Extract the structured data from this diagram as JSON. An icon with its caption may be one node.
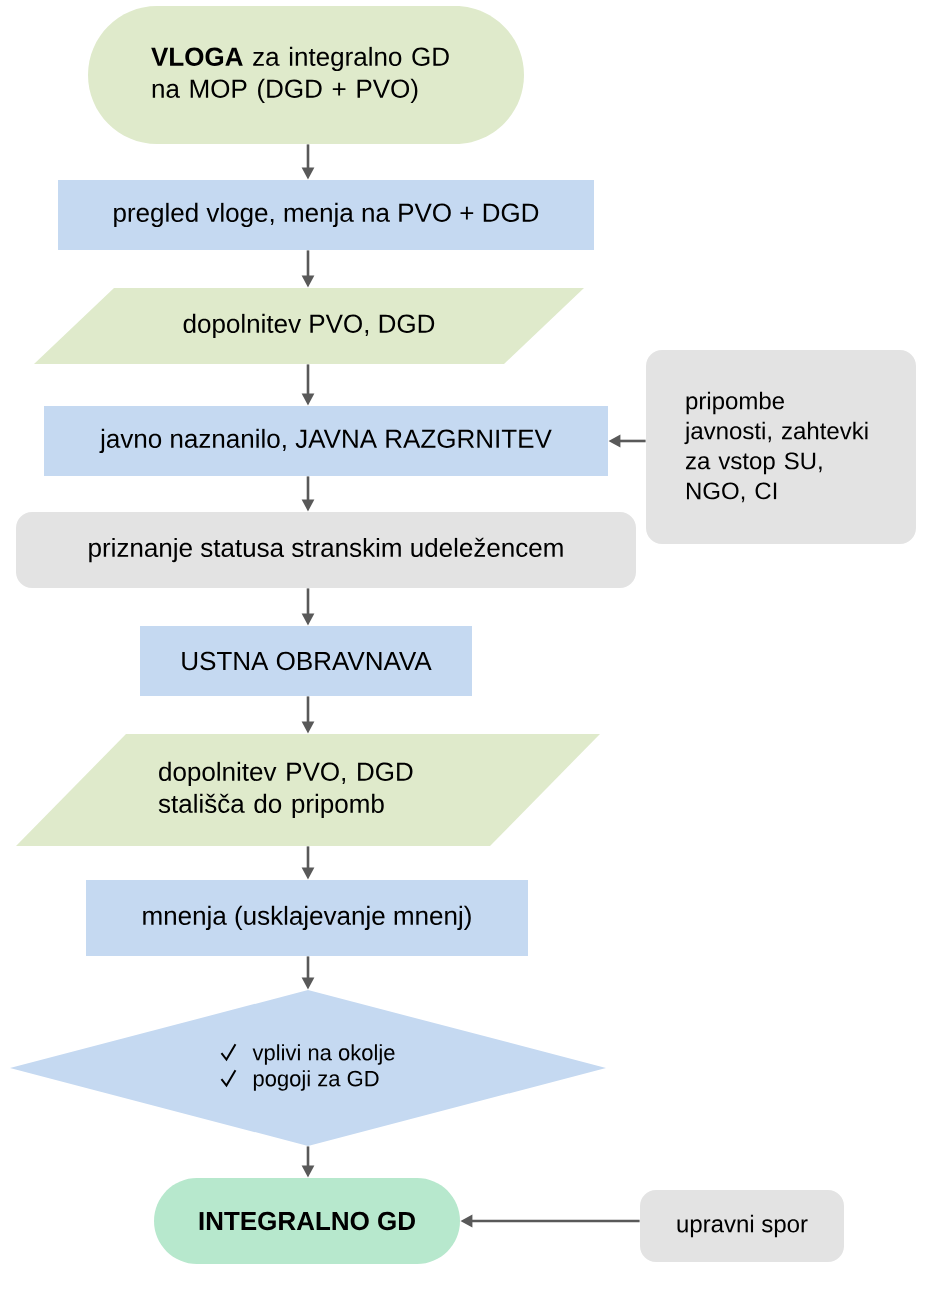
{
  "diagram": {
    "nodes": [
      {
        "text": [
          "**VLOGA** za integralno GD na MOP (DGD + PVO)"
        ]
      },
      {
        "text": [
          "pregled vloge, menja na PVO + DGD"
        ]
      },
      {
        "text": [
          "dopolnitev PVO, DGD"
        ]
      },
      {
        "text": [
          "javno naznanilo, JAVNA RAZGRNITEV"
        ]
      },
      {
        "text": [
          "pripombe javnosti, zahtevki za vstop SU, NGO, CI"
        ]
      },
      {
        "text": [
          "priznanje statusa stranskim udeležencem"
        ]
      },
      {
        "text": [
          "USTNA OBRAVNAVA"
        ]
      },
      {
        "text": [
          "dopolnitev PVO, DGD stališča do pripomb"
        ]
      },
      {
        "text": [
          "mnenja (usklajevanje mnenj)"
        ]
      },
      {
        "text": [
          "vplivi na okolje",
          "pogoji za GD"
        ]
      },
      {
        "text": [
          "INTEGRALNO GD"
        ]
      },
      {
        "text": [
          "upravni spor"
        ]
      }
    ],
    "edges": [
      {
        "from": 0,
        "to": 1,
        "arrow": "to"
      },
      {
        "from": 1,
        "to": 2,
        "arrow": "to"
      },
      {
        "from": 2,
        "to": 3,
        "arrow": "to"
      },
      {
        "from": 4,
        "to": 3,
        "arrow": "to"
      },
      {
        "from": 3,
        "to": 5,
        "arrow": "to"
      },
      {
        "from": 5,
        "to": 6,
        "arrow": "to"
      },
      {
        "from": 6,
        "to": 7,
        "arrow": "to"
      },
      {
        "from": 7,
        "to": 8,
        "arrow": "to"
      },
      {
        "from": 8,
        "to": 9,
        "arrow": "to"
      },
      {
        "from": 9,
        "to": 10,
        "arrow": "to"
      },
      {
        "from": 11,
        "to": 10,
        "arrow": "to"
      }
    ]
  }
}
